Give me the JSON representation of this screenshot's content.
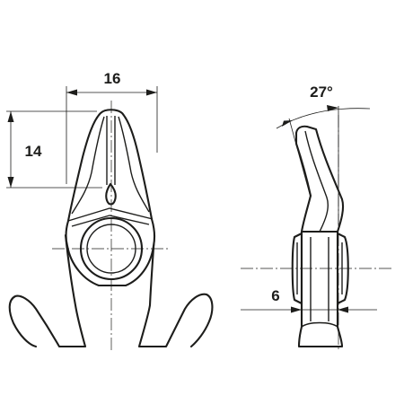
{
  "dimensions": {
    "jaw_width": "16",
    "jaw_length": "14",
    "head_angle": "27°",
    "head_thickness": "6"
  }
}
